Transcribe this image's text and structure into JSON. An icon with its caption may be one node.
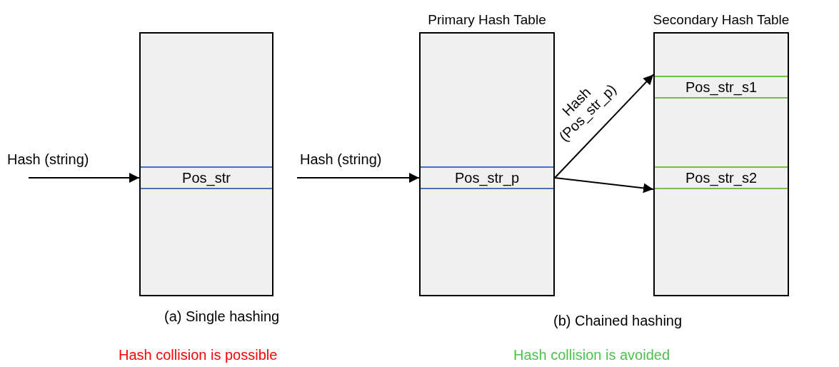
{
  "diagram": {
    "nodes": [
      {
        "text": [],
        "shape": "box"
      },
      {
        "text": [
          "Pos_str"
        ],
        "in": 0
      },
      {
        "text": [
          "Primary Hash Table"
        ]
      },
      {
        "text": [
          "Pos_str_p"
        ],
        "in": 2
      },
      {
        "text": [
          "Secondary Hash Table"
        ]
      },
      {
        "text": [
          "Pos_str_s1"
        ],
        "in": 4
      },
      {
        "text": [
          "Pos_str_s2"
        ],
        "in": 4
      }
    ],
    "edges": [
      {
        "from": null,
        "to": 1,
        "arrow": "to",
        "label": "Hash (string)"
      },
      {
        "from": null,
        "to": 3,
        "arrow": "to",
        "label": "Hash (string)"
      },
      {
        "from": 3,
        "to": 5,
        "arrow": "to",
        "label": "Hash (Pos_str_p)"
      },
      {
        "from": 3,
        "to": 6,
        "arrow": "to"
      }
    ],
    "labels": [
      "(a) Single hashing",
      "(b) Chained hashing",
      "Hash collision is possible",
      "Hash collision is avoided"
    ]
  }
}
